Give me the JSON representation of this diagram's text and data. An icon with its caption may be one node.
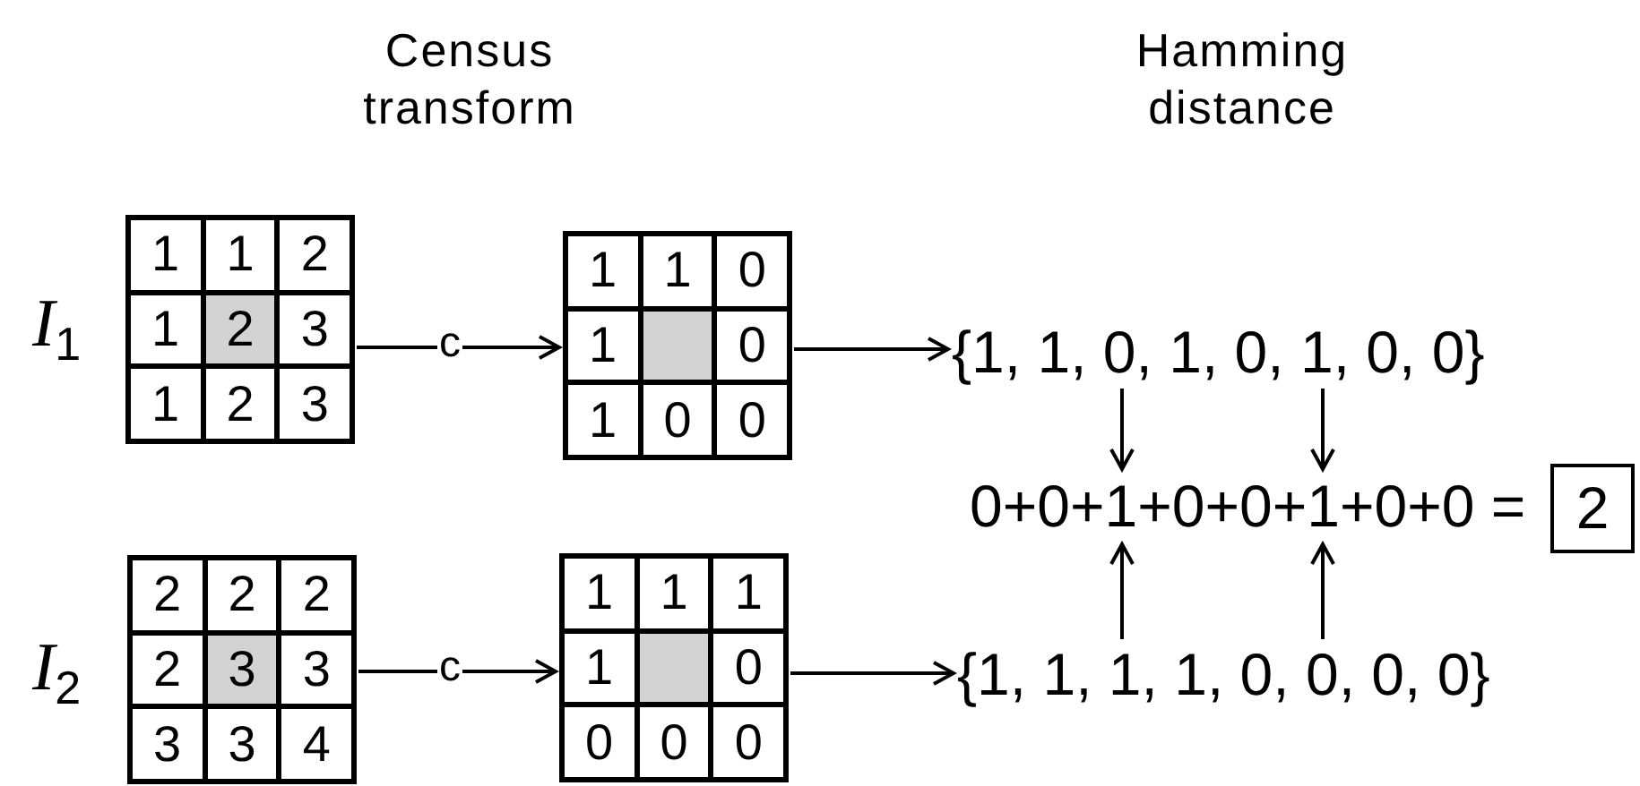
{
  "diagram": {
    "nodes": [
      {
        "text": [
          "1",
          "1",
          "2",
          "1",
          "2",
          "3",
          "1",
          "2",
          "3"
        ],
        "beside": [
          "*I*$_{1}$"
        ]
      },
      {
        "text": [
          "1",
          "1",
          "0",
          "1",
          "0",
          "1",
          "0",
          "0"
        ]
      },
      {
        "text": [
          "{1, 1, 0, 1, 0, 1, 0, 0}"
        ]
      },
      {
        "text": [
          "2",
          "2",
          "2",
          "2",
          "3",
          "3",
          "3",
          "3",
          "4"
        ],
        "beside": [
          "*I*$_{2}$"
        ]
      },
      {
        "text": [
          "1",
          "1",
          "1",
          "1",
          "0",
          "0",
          "0",
          "0"
        ]
      },
      {
        "text": [
          "{1, 1, 1, 1, 0, 0, 0, 0}"
        ]
      },
      {
        "text": [
          "0+0+1+0+0+1+0+0 ="
        ]
      },
      {
        "text": [
          "2"
        ]
      }
    ],
    "edges": [
      {
        "from": 0,
        "to": 1,
        "arrow": "to",
        "label": "c"
      },
      {
        "from": 1,
        "to": 2,
        "arrow": "to"
      },
      {
        "from": 3,
        "to": 4,
        "arrow": "to",
        "label": "c"
      },
      {
        "from": 4,
        "to": 5,
        "arrow": "to"
      },
      {
        "from": 2,
        "to": 6,
        "arrow": "to"
      },
      {
        "from": 2,
        "to": 6,
        "arrow": "to"
      },
      {
        "from": 5,
        "to": 6,
        "arrow": "to"
      },
      {
        "from": 5,
        "to": 6,
        "arrow": "to"
      }
    ],
    "labels": [
      "Census transform",
      "Hamming distance"
    ]
  }
}
